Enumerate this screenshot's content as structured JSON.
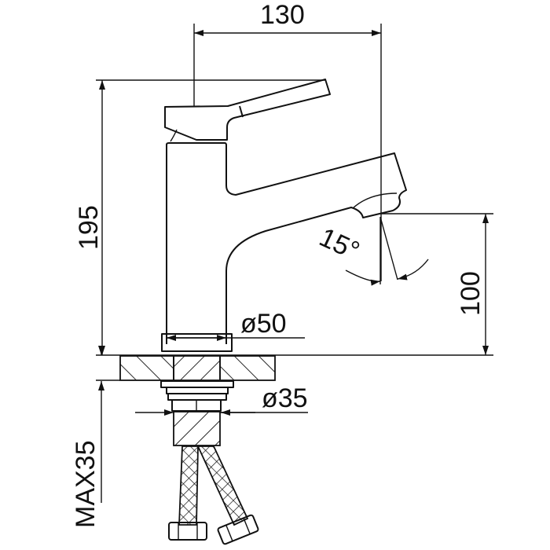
{
  "drawing": {
    "title": "Basin mixer tap dimension drawing",
    "dimensions": {
      "spout_reach": "130",
      "total_height": "195",
      "spout_height": "100",
      "body_diameter": "ø50",
      "shank_diameter": "ø35",
      "max_counter_thickness": "MAX35",
      "spout_angle": "15°"
    },
    "colors": {
      "line": "#111111",
      "background": "#ffffff"
    }
  }
}
